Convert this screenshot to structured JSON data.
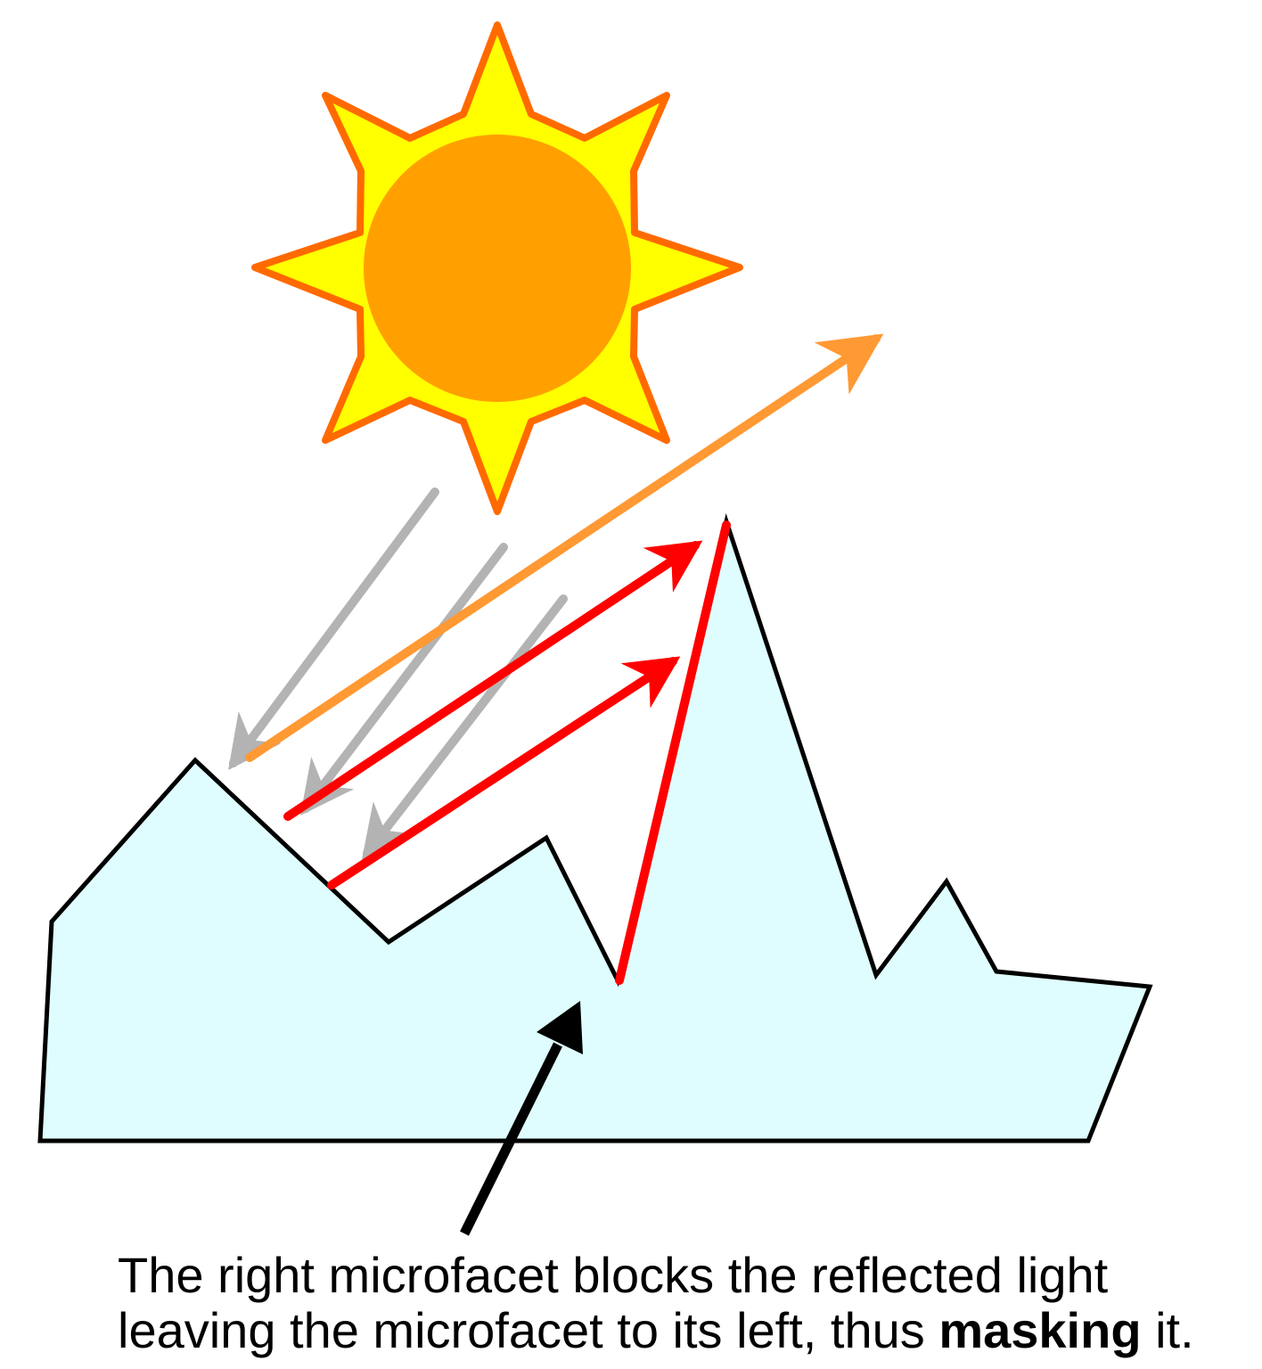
{
  "colors": {
    "surface_fill": "#dffdfe",
    "surface_stroke": "#000000",
    "sun_ray_fill": "#ffff00",
    "sun_ray_stroke": "#ff6a00",
    "sun_core": "#ffa000",
    "incoming_light": "#b3b3b3",
    "escaping_reflection": "#ff9933",
    "masked_reflection": "#ff0000",
    "pointer_arrow": "#000000"
  },
  "icons": {
    "light_source": "sun-icon"
  },
  "caption": {
    "line1": "The right microfacet blocks the reflected light",
    "line2_before": "leaving the microfacet to its left, thus ",
    "line2_emphasis": "masking",
    "line2_after": " it."
  }
}
